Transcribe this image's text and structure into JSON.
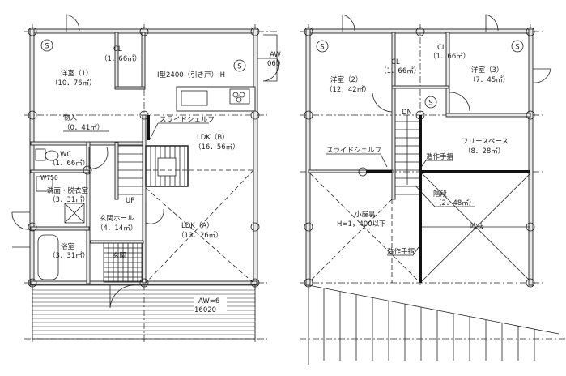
{
  "floor1": {
    "room1": {
      "name": "洋室（1）",
      "area": "（10．76㎡）"
    },
    "closet": {
      "name": "CL",
      "area": "（1．66㎡）"
    },
    "kitchen": {
      "label": "I型2400（引き戸）IH"
    },
    "aw": {
      "label": "AW",
      "size": "060"
    },
    "storage": {
      "name": "物入",
      "area": "（0．41㎡）"
    },
    "slide_shelf": "スライドシェルフ",
    "ldk_b": {
      "name": "LDK（B）",
      "area": "（16．56㎡）"
    },
    "wc": {
      "name": "WC",
      "area": "（1．66㎡）"
    },
    "washroom": {
      "size": "W750",
      "name": "洗面・脱衣室",
      "area": "（3．31㎡）"
    },
    "up": "UP",
    "hall": {
      "name": "玄関ホール",
      "area": "（4．14㎡）"
    },
    "ldk_a": {
      "name": "LDK（A）",
      "area": "（13．26㎡）"
    },
    "bath": {
      "name": "浴室",
      "area": "（3．31㎡）"
    },
    "entrance": {
      "name": "玄関"
    },
    "deck": {
      "label": "AW=6",
      "width": "16020"
    },
    "s_mark": "S"
  },
  "floor2": {
    "room2": {
      "name": "洋室（2）",
      "area": "（12．42㎡）"
    },
    "closet_a": {
      "name": "CL",
      "area": "（1．66㎡）"
    },
    "closet_b": {
      "name": "CL",
      "area": "（1．66㎡）"
    },
    "room3": {
      "name": "洋室（3）",
      "area": "（7．45㎡）"
    },
    "dn": "DN",
    "slide_shelf": "スライドシェルフ",
    "handrail_1": "造作手摺",
    "free_space": {
      "name": "フリースペース",
      "area": "（8．28㎡）"
    },
    "stairs": {
      "name": "階段",
      "area": "（2．48㎡）"
    },
    "attic": {
      "name": "小屋裏",
      "height": "H=1，400以下"
    },
    "void": "吹抜",
    "handrail_2": "造作手摺",
    "s_mark": "S"
  }
}
